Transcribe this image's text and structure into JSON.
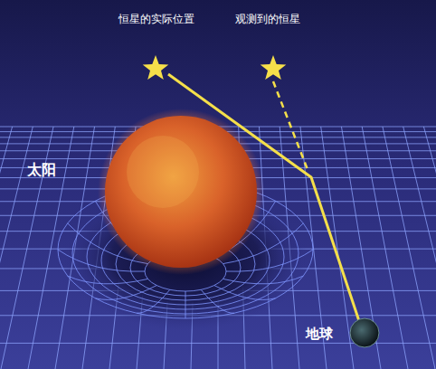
{
  "diagram": {
    "labels": [
      "恒星的实际位置",
      "观测到的恒星",
      "太阳",
      "地球"
    ]
  }
}
